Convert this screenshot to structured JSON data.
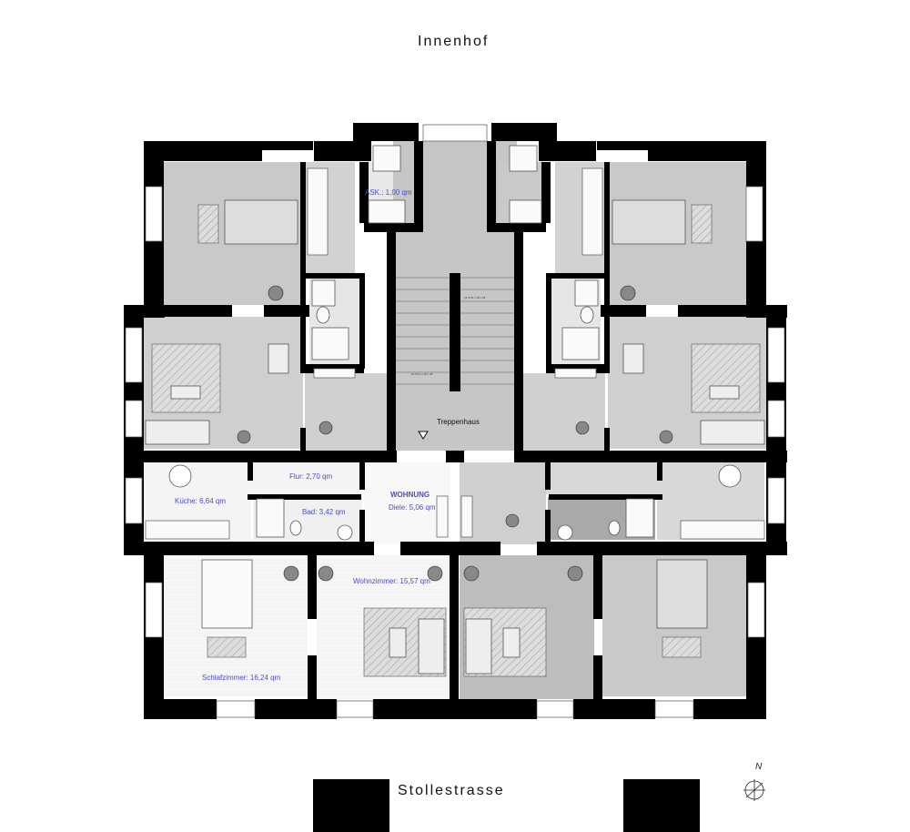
{
  "labels": {
    "courtyard": "Innenhof",
    "street": "Stollestrasse",
    "north": "N",
    "stairwell": "Treppenhaus",
    "storage": "ASK.: 1,00 qm",
    "corridor": "Flur: 2,70 qm",
    "apartment": "WOHNUNG",
    "hall": "Diele: 5,06 qm",
    "kitchen": "Küche: 6,64 qm",
    "bathroom": "Bad: 3,42 qm",
    "living": "Wohnzimmer: 15,57 qm",
    "bedroom": "Schlafzimmer: 16,24 qm",
    "stair_top": "12 STG x 18 x 28",
    "stair_bottom": "12 STG x 18 x 28"
  },
  "colors": {
    "wall": "#000000",
    "room_gray": "#c9c9c9",
    "room_light": "#efefef",
    "floor_wood": "#f7f7f7",
    "label_blue": "#4a4ad0"
  }
}
